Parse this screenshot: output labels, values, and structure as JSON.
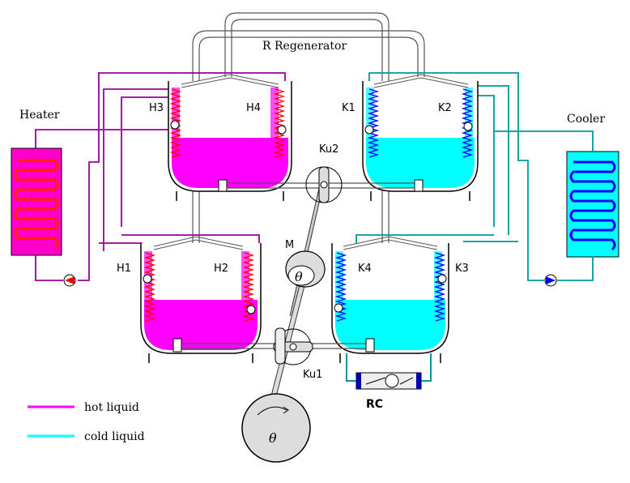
{
  "labels": {
    "regenerator": "R   Regenerator",
    "heater": "Heater",
    "cooler": "Cooler",
    "h1": "H1",
    "h2": "H2",
    "h3": "H3",
    "h4": "H4",
    "k1": "K1",
    "k2": "K2",
    "k3": "K3",
    "k4": "K4",
    "ku1": "Ku1",
    "ku2": "Ku2",
    "m": "M",
    "rc": "RC",
    "theta_motor": "θ",
    "theta_wheel": "θ"
  },
  "legend": {
    "hot": "hot liquid",
    "cold": "cold liquid"
  },
  "colors": {
    "hot_liquid": "#ff00ff",
    "cold_liquid": "#00ffff",
    "hot_pipe": "#990099",
    "cold_pipe": "#009999",
    "hot_coil": "#ff0000",
    "cold_coil": "#0000ff"
  }
}
